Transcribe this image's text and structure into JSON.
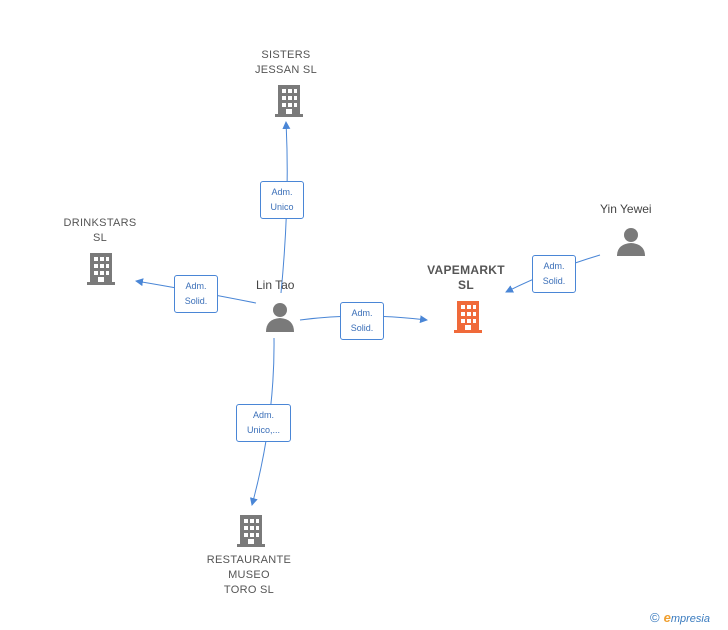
{
  "nodes": {
    "sisters": {
      "label": "SISTERS\nJESSAN  SL"
    },
    "drinkstars": {
      "label": "DRINKSTARS\nSL"
    },
    "vapemarkt": {
      "label": "VAPEMARKT\nSL"
    },
    "restaurante": {
      "label": "RESTAURANTE\nMUSEO\nTORO  SL"
    },
    "lin_tao": {
      "label": "Lin Tao"
    },
    "yin_yewei": {
      "label": "Yin Yewei"
    }
  },
  "edges": {
    "to_sisters": {
      "line1": "Adm.",
      "line2": "Unico"
    },
    "to_drinkstars": {
      "line1": "Adm.",
      "line2": "Solid."
    },
    "to_vapemarkt": {
      "line1": "Adm.",
      "line2": "Solid."
    },
    "yin_to_vapemarkt": {
      "line1": "Adm.",
      "line2": "Solid."
    },
    "to_restaurante": {
      "line1": "Adm.",
      "line2": "Unico,..."
    }
  },
  "colors": {
    "edge": "#4a86d6",
    "company": "#7a7a7a",
    "company_main": "#f06a3a",
    "person": "#7a7a7a"
  },
  "footer": {
    "copyright": "©",
    "brand_initial": "e",
    "brand_rest": "mpresia"
  }
}
